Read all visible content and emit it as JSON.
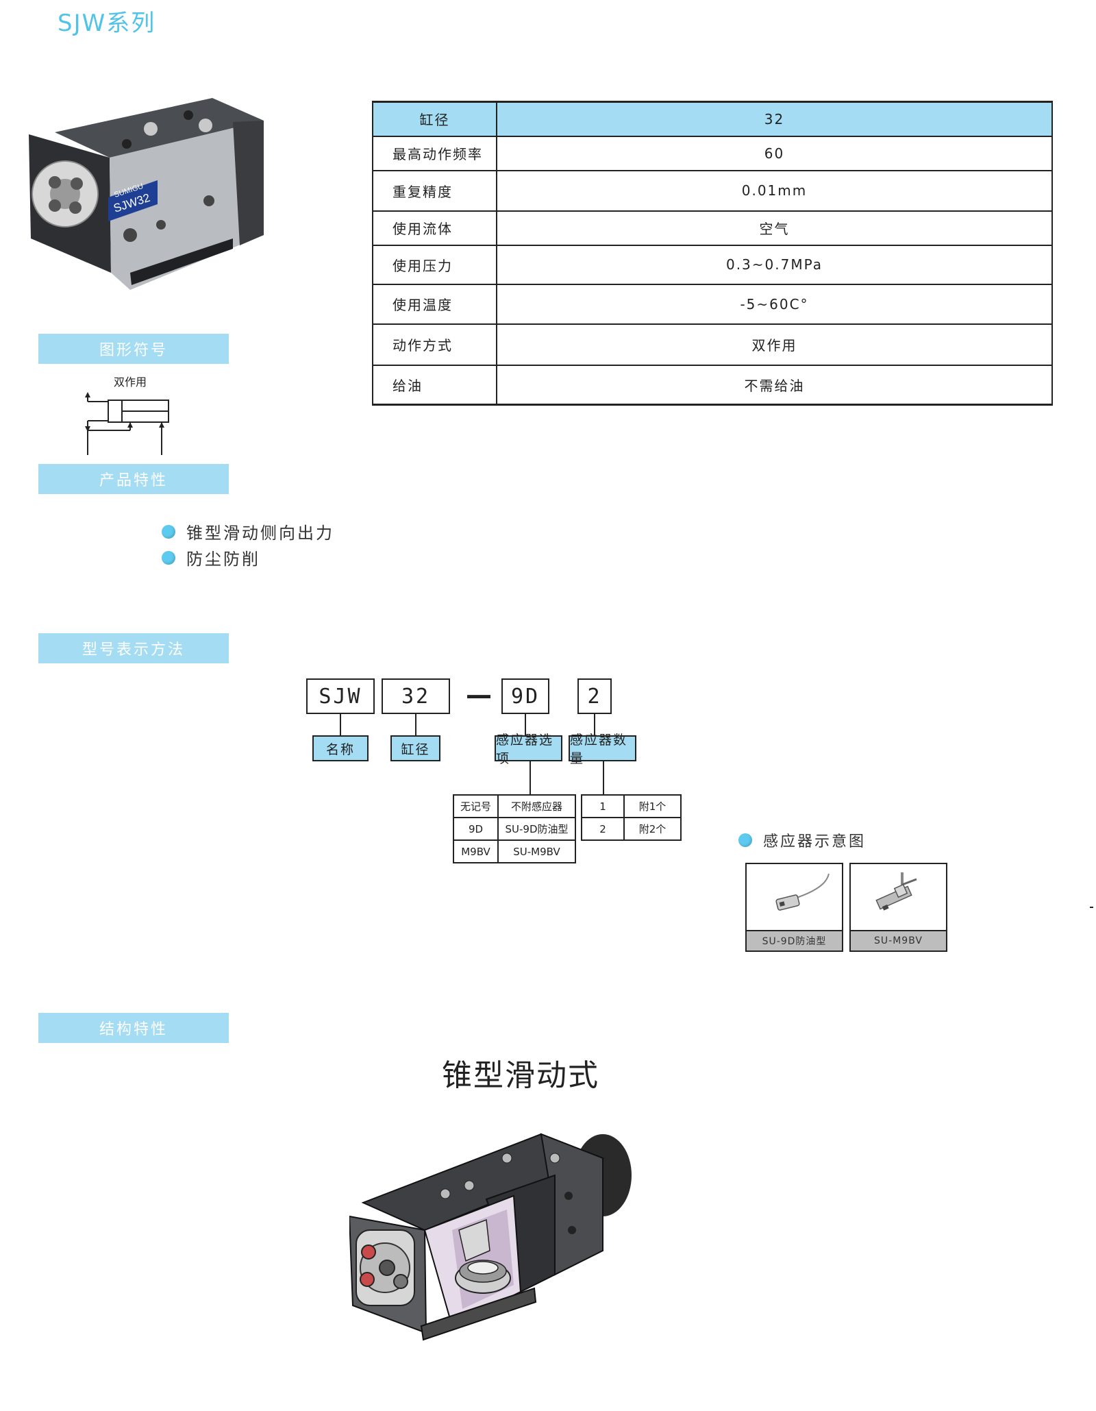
{
  "series_title": "SJW系列",
  "product_photo": {
    "brand": "SUMIGU",
    "model": "SJW32"
  },
  "spec_table": {
    "rows": [
      {
        "key": "缸径",
        "value": "32"
      },
      {
        "key": "最高动作频率",
        "value": "60"
      },
      {
        "key": "重复精度",
        "value": "0.01mm"
      },
      {
        "key": "使用流体",
        "value": "空气"
      },
      {
        "key": "使用压力",
        "value": "0.3~0.7MPa"
      },
      {
        "key": "使用温度",
        "value": "-5~60C°"
      },
      {
        "key": "动作方式",
        "value": "双作用"
      },
      {
        "key": "给油",
        "value": "不需给油"
      }
    ]
  },
  "sections": {
    "symbol": "图形符号",
    "features": "产品特性",
    "model": "型号表示方法",
    "structure": "结构特性"
  },
  "symbol_caption": "双作用",
  "features": [
    "锥型滑动侧向出力",
    "防尘防削"
  ],
  "model_code": {
    "parts": [
      "SJW",
      "32",
      "9D",
      "2"
    ],
    "dash": "—",
    "labels": [
      "名称",
      "缸径",
      "感应器选项",
      "感应器数量"
    ]
  },
  "sensor_options": [
    [
      "无记号",
      "不附感应器"
    ],
    [
      "9D",
      "SU-9D防油型"
    ],
    [
      "M9BV",
      "SU-M9BV"
    ]
  ],
  "sensor_count": [
    [
      "1",
      "附1个"
    ],
    [
      "2",
      "附2个"
    ]
  ],
  "sensor_diagram": {
    "title": "感应器示意图",
    "items": [
      "SU-9D防油型",
      "SU-M9BV"
    ]
  },
  "structure_title": "锥型滑动式",
  "colors": {
    "accent": "#a3dcf3",
    "title": "#4fc3e8",
    "bullet": "#5dcbef"
  }
}
